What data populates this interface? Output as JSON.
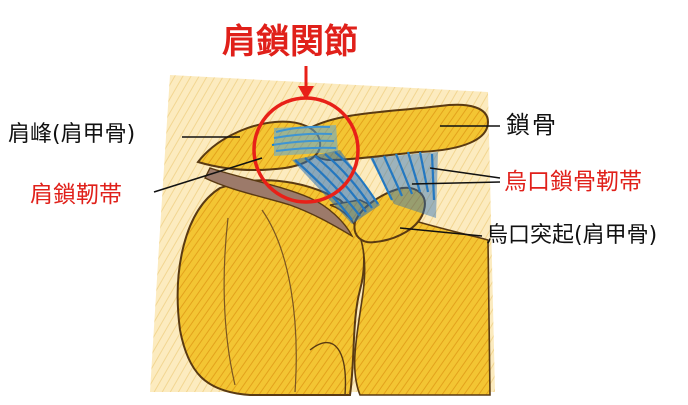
{
  "title": "肩鎖関節",
  "labels": {
    "acromion": "肩峰(肩甲骨)",
    "clavicle": "鎖骨",
    "acromioclavicular_ligament": "肩鎖靭帯",
    "coracoclavicular_ligament": "烏口鎖骨靭帯",
    "coracoid_process": "烏口突起(肩甲骨)"
  },
  "colors": {
    "bone": "#f2c22f",
    "bone_outline": "#5a3a12",
    "ligament": "#1e80c8",
    "highlight_circle": "#e82018",
    "label_red": "#e0201a",
    "label_black": "#111111",
    "cartilage": "#9c7a6a"
  }
}
